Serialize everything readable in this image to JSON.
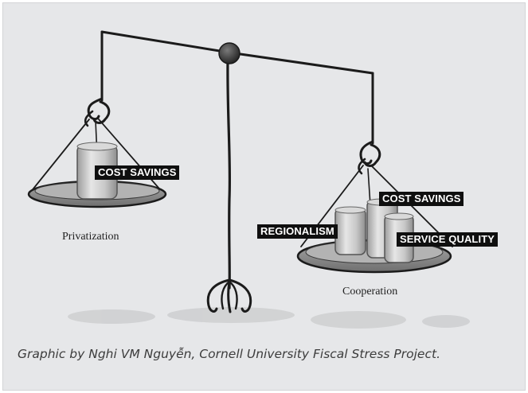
{
  "illustration": {
    "left_pan": {
      "items": [
        "COST SAVINGS"
      ],
      "label": "Privatization"
    },
    "right_pan": {
      "items": [
        "COST SAVINGS",
        "REGIONALISM",
        "SERVICE QUALITY"
      ],
      "label": "Cooperation"
    }
  },
  "caption": "Graphic by Nghi VM Nguyễn, Cornell University Fiscal Stress Project."
}
